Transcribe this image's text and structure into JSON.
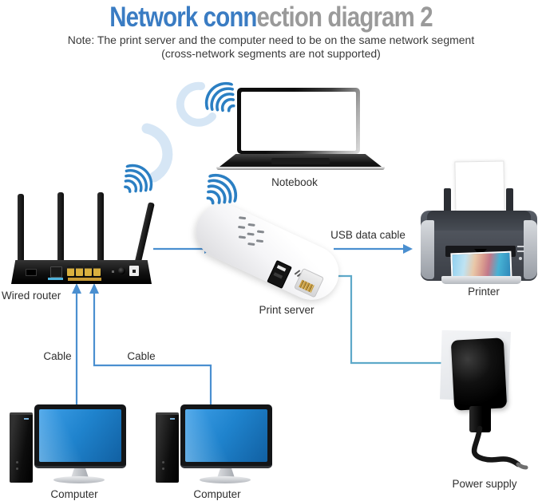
{
  "title": {
    "blue": "Network conn",
    "gray": "ection diagram 2"
  },
  "note": {
    "line1": "Note: The print server and the computer need to be on the same network segment",
    "line2": "(cross-network segments are not supported)"
  },
  "devices": {
    "router": {
      "label": "Wired router"
    },
    "notebook": {
      "label": "Notebook"
    },
    "print_server": {
      "label": "Print server"
    },
    "printer": {
      "label": "Printer"
    },
    "power_supply": {
      "label": "Power supply"
    },
    "computer_left": {
      "label": "Computer"
    },
    "computer_right": {
      "label": "Computer"
    }
  },
  "connections": {
    "usb_label": "USB data cable",
    "cable_left_label": "Cable",
    "cable_right_label": "Cable"
  },
  "colors": {
    "title_blue": "#3a7cc3",
    "title_gray": "#9a9a9a",
    "line_blue": "#4a8fd0",
    "power_line": "#5ea9c9",
    "wifi_blue": "#2b7fc3",
    "swoosh": "#cfe2f3",
    "screen_blue": "#3fa0e8"
  }
}
